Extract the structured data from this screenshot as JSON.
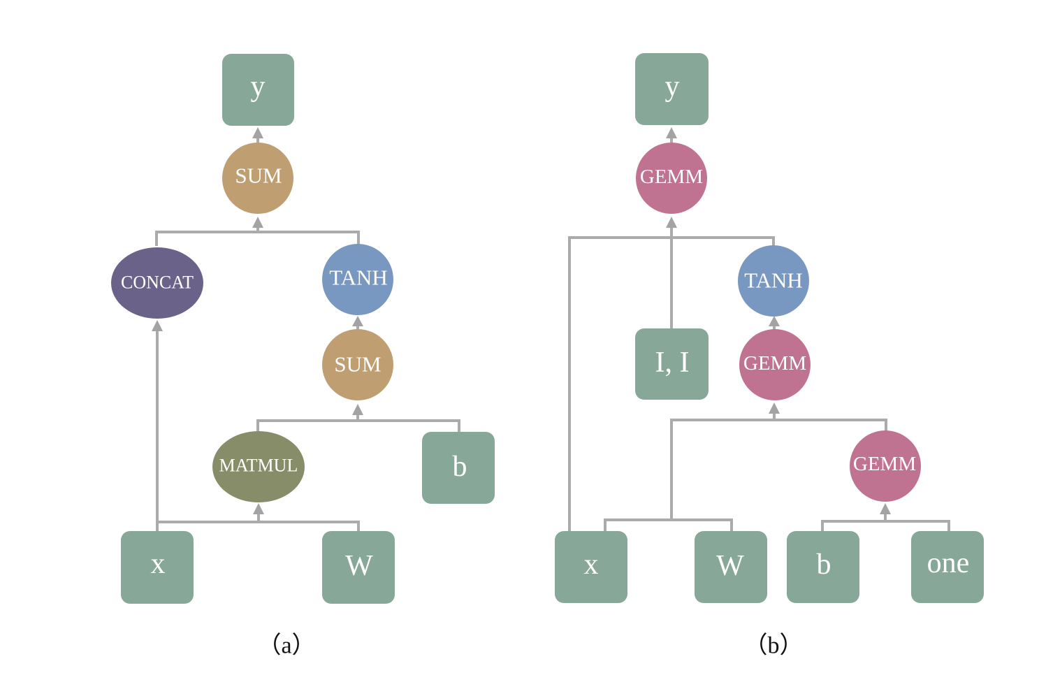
{
  "colors": {
    "tensor": "#87a898",
    "sum": "#bf9e72",
    "concat": "#6b6289",
    "tanh": "#7897c1",
    "matmul": "#888d69",
    "gemm": "#bf7391",
    "edge": "#ababab",
    "label": "#ffffff",
    "caption": "#111111"
  },
  "diagram_a": {
    "caption": "（a）",
    "nodes": {
      "y": "y",
      "sum_top": "SUM",
      "concat": "CONCAT",
      "tanh": "TANH",
      "sum_mid": "SUM",
      "matmul": "MATMUL",
      "b": "b",
      "x": "x",
      "w": "W"
    }
  },
  "diagram_b": {
    "caption": "（b）",
    "nodes": {
      "y": "y",
      "gemm_top": "GEMM",
      "ii": "I, I",
      "tanh": "TANH",
      "gemm_mid": "GEMM",
      "gemm_bottom": "GEMM",
      "x": "x",
      "w": "W",
      "b": "b",
      "one": "one"
    }
  }
}
